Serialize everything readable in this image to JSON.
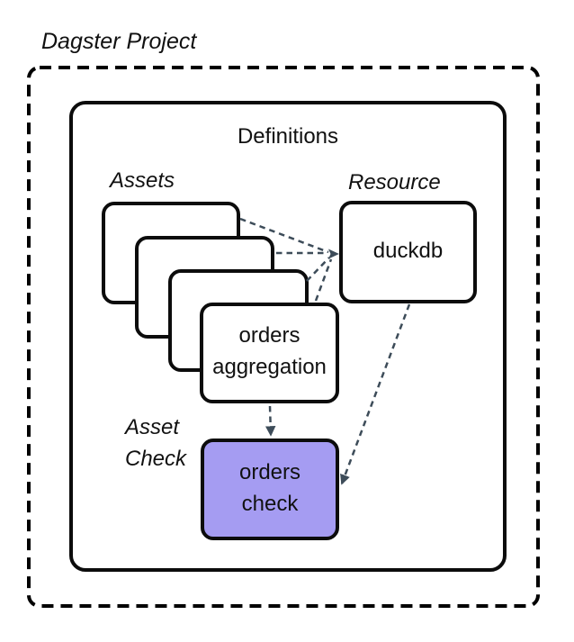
{
  "labels": {
    "project_title": "Dagster Project",
    "definitions": "Definitions",
    "assets": "Assets",
    "resource": "Resource",
    "asset_check": "Asset\nCheck"
  },
  "nodes": {
    "asset_stack_count": 4,
    "orders_aggregation": "orders\naggregation",
    "duckdb": "duckdb",
    "orders_check": "orders\ncheck"
  },
  "colors": {
    "outline": "#000000",
    "node_border": "#0c0c0c",
    "connector": "#3d4c59",
    "asset_check_fill": "#a59cf2",
    "text": "#111111"
  }
}
